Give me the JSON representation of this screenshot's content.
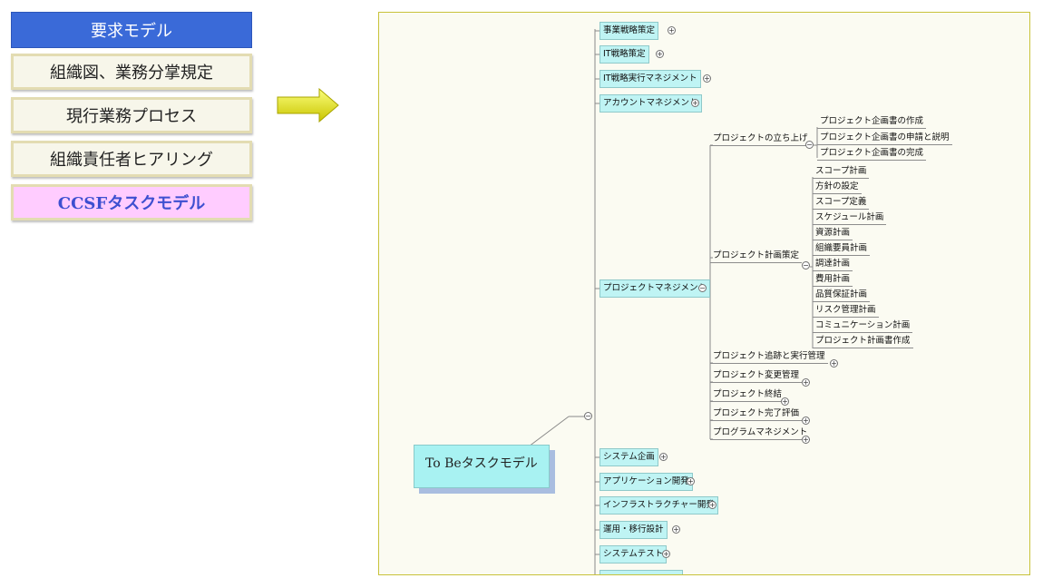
{
  "left_panel": {
    "header": "要求モデル",
    "items": [
      "組織図、業務分掌規定",
      "現行業務プロセス",
      "組織責任者ヒアリング",
      "CCSFタスクモデル"
    ]
  },
  "mindmap": {
    "root": "To Beタスクモデル",
    "top_nodes": [
      "事業戦略策定",
      "IT戦略策定",
      "IT戦略実行マネジメント",
      "アカウントマネジメント"
    ],
    "pm_node": "プロジェクトマネジメント",
    "pm_children": {
      "launch": "プロジェクトの立ち上げ",
      "launch_children": [
        "プロジェクト企画書の作成",
        "プロジェクト企画書の申請と説明",
        "プロジェクト企画書の完成"
      ],
      "plan": "プロジェクト計画策定",
      "plan_children": [
        "スコープ計画",
        "方針の設定",
        "スコープ定義",
        "スケジュール計画",
        "資源計画",
        "組織要員計画",
        "調達計画",
        "費用計画",
        "品質保証計画",
        "リスク管理計画",
        "コミュニケーション計画",
        "プロジェクト計画書作成"
      ],
      "others": [
        "プロジェクト追跡と実行管理",
        "プロジェクト変更管理",
        "プロジェクト終結",
        "プロジェクト完了評価",
        "プログラムマネジメント"
      ]
    },
    "bottom_nodes": [
      "システム企画",
      "アプリケーション開発",
      "インフラストラクチャー開発",
      "運用・移行設計",
      "システムテスト"
    ]
  }
}
